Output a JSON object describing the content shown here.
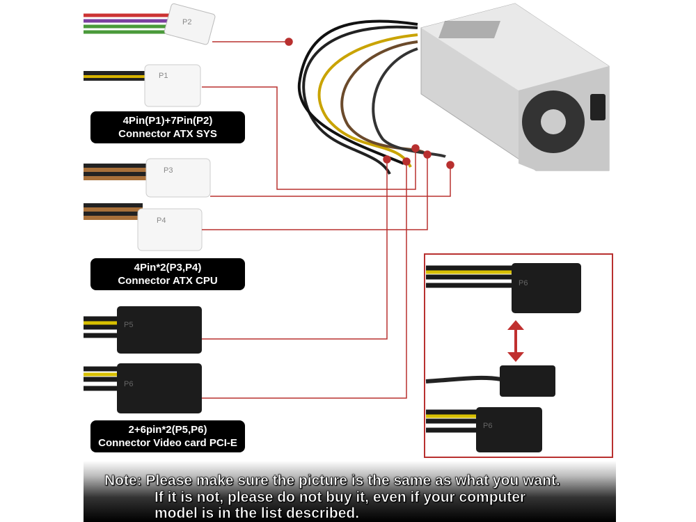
{
  "labels": {
    "sys": [
      "4Pin(P1)+7Pin(P2)",
      "Connector ATX SYS"
    ],
    "cpu": [
      "4Pin*2(P3,P4)",
      "Connector ATX CPU"
    ],
    "pcie": [
      "2+6pin*2(P5,P6)",
      "Connector Video card PCI-E"
    ]
  },
  "connector_marks": {
    "p1": "P1",
    "p2": "P2",
    "p3": "P3",
    "p4": "P4",
    "p5": "P5",
    "p6": "P6",
    "p6_inset": "P6",
    "p6_inset2": "P6"
  },
  "note": [
    "Note: Please make sure the picture is the same as what you want.",
    "If it is not, please do not buy it, even if your computer",
    "model is in the list described."
  ],
  "colors": {
    "accent_line": "#b8302f",
    "label_bg": "#000000",
    "psu": "#d9d9d9"
  }
}
